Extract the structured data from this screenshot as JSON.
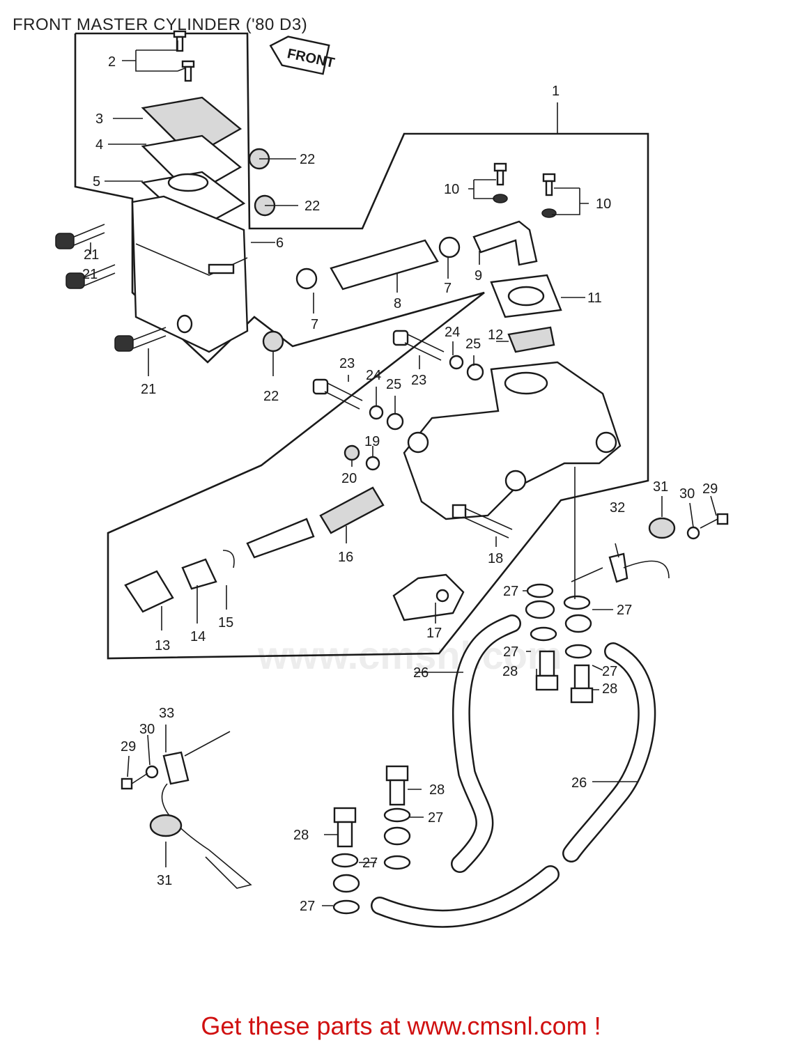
{
  "title": "FRONT MASTER CYLINDER ('80 D3)",
  "front_tag": "FRONT",
  "watermark": "www.cmsnl.com",
  "footer": "Get these parts at www.cmsnl.com !",
  "callouts": {
    "c1": "1",
    "c2": "2",
    "c3": "3",
    "c4": "4",
    "c5": "5",
    "c6": "6",
    "c7a": "7",
    "c7b": "7",
    "c8": "8",
    "c9": "9",
    "c10a": "10",
    "c10b": "10",
    "c11": "11",
    "c12": "12",
    "c13": "13",
    "c14": "14",
    "c15": "15",
    "c16": "16",
    "c17": "17",
    "c18": "18",
    "c19": "19",
    "c20": "20",
    "c21a": "21",
    "c21b": "21",
    "c21c": "21",
    "c22a": "22",
    "c22b": "22",
    "c22c": "22",
    "c23a": "23",
    "c23b": "23",
    "c24a": "24",
    "c24b": "24",
    "c25a": "25",
    "c25b": "25",
    "c26a": "26",
    "c26b": "26",
    "c27a": "27",
    "c27b": "27",
    "c27c": "27",
    "c27d": "27",
    "c27e": "27",
    "c27f": "27",
    "c27g": "27",
    "c28a": "28",
    "c28b": "28",
    "c28c": "28",
    "c28d": "28",
    "c29a": "29",
    "c29b": "29",
    "c30a": "30",
    "c30b": "30",
    "c31a": "31",
    "c31b": "31",
    "c32": "32",
    "c33": "33"
  }
}
